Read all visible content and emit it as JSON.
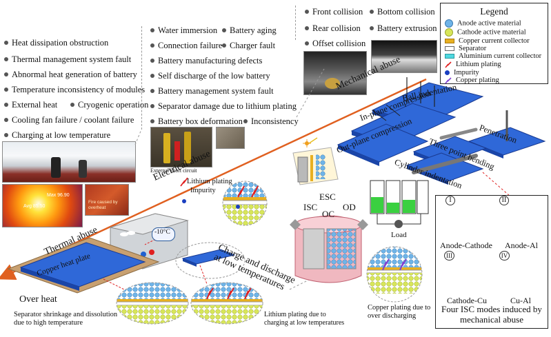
{
  "thermal_causes": [
    "Heat dissipation obstruction",
    "Thermal management system fault",
    "Abnormal heat generation of battery",
    "Temperature inconsistency of modules",
    "External heat",
    "Cryogenic operation",
    "Cooling fan failure / coolant failure",
    "Charging at low temperature"
  ],
  "electrical_causes": [
    "Water immersion",
    "Battery aging",
    "Connection failure",
    "Charger fault",
    "Battery manufacturing defects",
    "Self discharge of the low battery",
    "Battery management system fault",
    "Separator damage due to lithium plating",
    "Battery box deformation",
    "Inconsistency"
  ],
  "mechanical_causes": [
    "Front collision",
    "Bottom collision",
    "Rear collision",
    "Battery extrusion",
    "Offset collision"
  ],
  "thermal_photo_labels": {
    "max_temp": "Max 96.90",
    "avg_temp": "Avg 85.50",
    "fire_caption": "Fire caused by overheat"
  },
  "external_short_circuit": "External short circuit",
  "abuse_axes": {
    "thermal": "Thermal abuse",
    "electrical": "Electrical abuse",
    "mechanical": "Mechanical abuse"
  },
  "mechanical_tests": {
    "ball": "Ball indentation",
    "in_plane": "In-plane compression",
    "out_plane": "Out-plane compression",
    "penetration": "Penetration",
    "three_point": "Three point bending",
    "cylinder": "Cylinder indentation"
  },
  "legend": {
    "title": "Legend",
    "items": [
      {
        "label": "Anode active material",
        "color": "#6fb4e8"
      },
      {
        "label": "Cathode active material",
        "color": "#d8e65a"
      },
      {
        "label": "Copper current collector",
        "color": "#e8b020"
      },
      {
        "label": "Separator",
        "color": "#ffffff"
      },
      {
        "label": "Aluminium current collector",
        "color": "#4fd8e0"
      },
      {
        "label": "Lithium plating",
        "color": "#e02020"
      },
      {
        "label": "Impurity",
        "color": "#1a3fc0"
      },
      {
        "label": "Copper plating",
        "color": "#8040d0"
      }
    ]
  },
  "electrical_labels": {
    "esc": "ESC",
    "isc": "ISC",
    "oc": "OC",
    "od": "OD",
    "load": "Load",
    "lithium_plating": "Lithium plating",
    "impurity": "Impurity",
    "copper_plating_caption": "Copper plating due to over discharging"
  },
  "isc_modes": {
    "title": "Four ISC modes induced by mechanical abuse",
    "modes": [
      {
        "numeral": "I",
        "label": "Anode-Cathode"
      },
      {
        "numeral": "II",
        "label": "Anode-Al"
      },
      {
        "numeral": "III",
        "label": "Cathode-Cu"
      },
      {
        "numeral": "IV",
        "label": "Cu-Al"
      }
    ]
  },
  "low_temp": {
    "chamber_temp": "-10°C",
    "title": "Charge and discharge at low temperatures",
    "lithium_caption": "Lithium plating due to charging at low temperatures"
  },
  "over_heat": {
    "title": "Over heat",
    "plate": "Copper heat plate",
    "separator_caption": "Separator shrinkage and dissolution due to high temperature"
  }
}
